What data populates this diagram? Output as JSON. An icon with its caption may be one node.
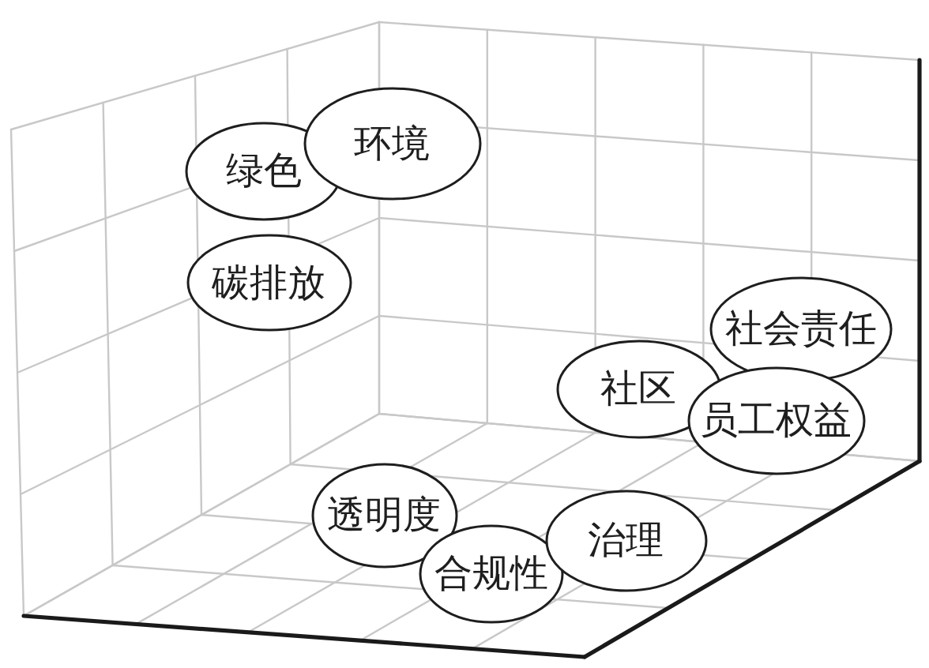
{
  "diagram": {
    "nodes": [
      {
        "text": [
          "绿色"
        ]
      },
      {
        "text": [
          "环境"
        ]
      },
      {
        "text": [
          "碳排放"
        ]
      },
      {
        "text": [
          "社区"
        ]
      },
      {
        "text": [
          "社会责任"
        ]
      },
      {
        "text": [
          "员工权益"
        ]
      },
      {
        "text": [
          "透明度"
        ]
      },
      {
        "text": [
          "合规性"
        ]
      },
      {
        "text": [
          "治理"
        ]
      }
    ]
  }
}
